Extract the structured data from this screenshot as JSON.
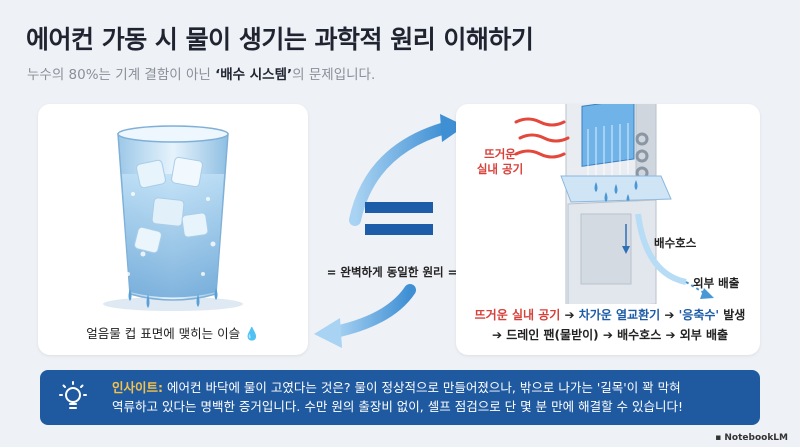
{
  "title": "에어컨 가동 시 물이 생기는 과학적 원리 이해하기",
  "subtitle": {
    "prefix": "누수의 80%는 기계 결함이 아닌 ",
    "bold": "‘배수 시스템’",
    "suffix": "의 문제입니다."
  },
  "left_card": {
    "caption": "얼음물 컵 표면에 맺히는 이슬",
    "icon": "water-drop-icon"
  },
  "center": {
    "principle": "= 완벽하게 동일한 원리 ="
  },
  "right_card": {
    "hot_air_line1": "뜨거운",
    "hot_air_line2": "실내 공기",
    "drain_hose": "배수호스",
    "outside": "외부 배출"
  },
  "flow": {
    "step1": "뜨거운 실내 공기",
    "step2": "차가운 열교환기",
    "step3": "'응축수'",
    "step3_suffix": " 발생",
    "step4": "드레인 팬(물받이)",
    "step5": "배수호스",
    "step6": "외부 배출",
    "arrow": "➔"
  },
  "insight": {
    "icon": "lightbulb-icon",
    "heading": "인사이트:",
    "line1": " 에어컨 바닥에 물이 고였다는 것은? 물이 정상적으로 만들어졌으나, 밖으로 나가는 '길목'이 꽉 막혀",
    "line2": "역류하고 있다는 명백한 증거입니다. 수만 원의 출장비 없이, 셀프 점검으로 단 몇 분 만에 해결할 수 있습니다!"
  },
  "brand": "NotebookLM",
  "colors": {
    "accent_blue": "#1f5aa0",
    "hot_red": "#d8403a",
    "insight_yellow": "#f4c24c"
  }
}
